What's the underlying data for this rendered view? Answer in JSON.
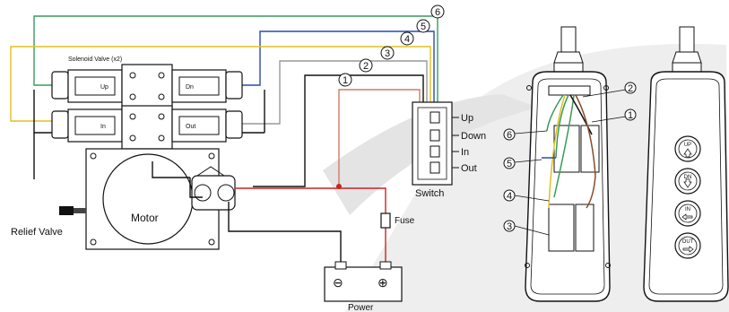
{
  "labels": {
    "solenoid_valve": "Solenoid Valve (x2)",
    "valve_up": "Up",
    "valve_dn": "Dn",
    "valve_in": "In",
    "valve_out": "Out",
    "motor": "Motor",
    "relief_valve": "Relief Valve",
    "fuse": "Fuse",
    "power": "Power",
    "switch": "Switch",
    "switch_up": "Up",
    "switch_down": "Down",
    "switch_in": "In",
    "switch_out": "Out"
  },
  "wire_numbers": {
    "w1": "1",
    "w2": "2",
    "w3": "3",
    "w4": "4",
    "w5": "5",
    "w6": "6"
  },
  "pendant_numbers": {
    "p1": "1",
    "p2": "2",
    "p3": "3",
    "p4": "4",
    "p5": "5",
    "p6": "6"
  },
  "pendant_buttons": {
    "up": "UP",
    "dn": "DN",
    "in": "IN",
    "out": "OUT"
  },
  "battery_terminals": {
    "neg": "⊖",
    "pos": "⊕"
  },
  "colors": {
    "wire_red": "#cc2222",
    "wire_green": "#3a9a5a",
    "wire_blue": "#2a4aaa",
    "wire_yellow": "#e0c020",
    "wire_black": "#111111",
    "wire_gray": "#888888",
    "watermark": "#e6e6e6"
  }
}
